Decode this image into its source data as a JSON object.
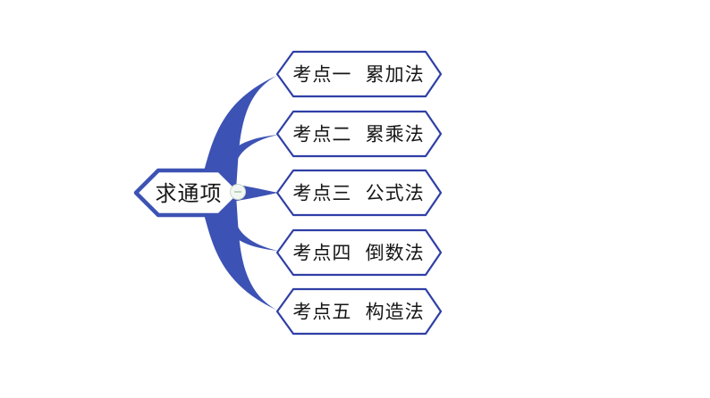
{
  "colors": {
    "bg": "#ffffff",
    "curve": "#3C52B4",
    "center-border": "#3C52B4",
    "branch-border": "#2F3FA5",
    "text": "#161616",
    "handle-fill": "#f3f7f2",
    "handle-border": "#ccd8cb",
    "handle-dash": "#a9c7a9"
  },
  "diagram": {
    "type": "mindmap",
    "center_node": {
      "label": "求通项"
    },
    "branches": [
      {
        "label": "考点一  累加法"
      },
      {
        "label": "考点二  累乘法"
      },
      {
        "label": "考点三  公式法"
      },
      {
        "label": "考点四  倒数法"
      },
      {
        "label": "考点五  构造法"
      }
    ]
  }
}
